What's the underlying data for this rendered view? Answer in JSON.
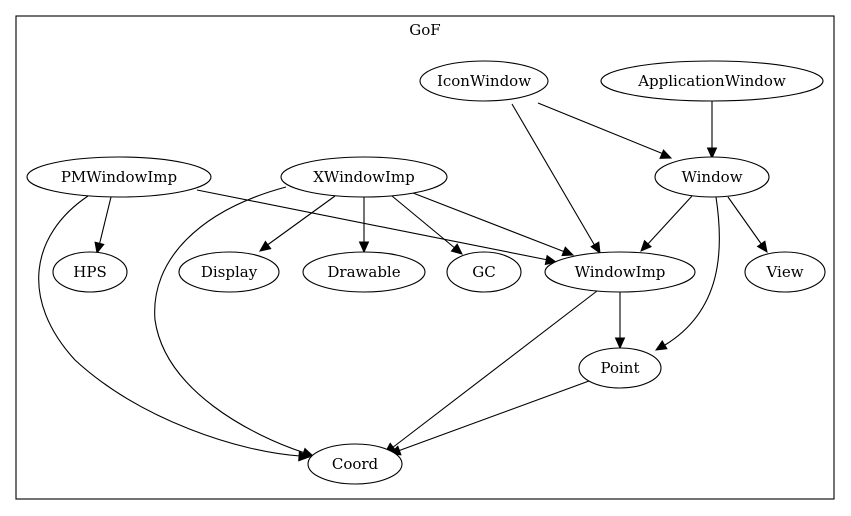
{
  "cluster": {
    "label": "GoF"
  },
  "nodes": [
    {
      "id": "IconWindow",
      "label": "IconWindow"
    },
    {
      "id": "ApplicationWindow",
      "label": "ApplicationWindow"
    },
    {
      "id": "PMWindowImp",
      "label": "PMWindowImp"
    },
    {
      "id": "XWindowImp",
      "label": "XWindowImp"
    },
    {
      "id": "Window",
      "label": "Window"
    },
    {
      "id": "HPS",
      "label": "HPS"
    },
    {
      "id": "Display",
      "label": "Display"
    },
    {
      "id": "Drawable",
      "label": "Drawable"
    },
    {
      "id": "GC",
      "label": "GC"
    },
    {
      "id": "WindowImp",
      "label": "WindowImp"
    },
    {
      "id": "View",
      "label": "View"
    },
    {
      "id": "Point",
      "label": "Point"
    },
    {
      "id": "Coord",
      "label": "Coord"
    }
  ],
  "edges": [
    {
      "from": "IconWindow",
      "to": "Window"
    },
    {
      "from": "IconWindow",
      "to": "WindowImp"
    },
    {
      "from": "ApplicationWindow",
      "to": "Window"
    },
    {
      "from": "PMWindowImp",
      "to": "HPS"
    },
    {
      "from": "PMWindowImp",
      "to": "WindowImp"
    },
    {
      "from": "PMWindowImp",
      "to": "Coord"
    },
    {
      "from": "XWindowImp",
      "to": "Display"
    },
    {
      "from": "XWindowImp",
      "to": "Drawable"
    },
    {
      "from": "XWindowImp",
      "to": "GC"
    },
    {
      "from": "XWindowImp",
      "to": "WindowImp"
    },
    {
      "from": "XWindowImp",
      "to": "Coord"
    },
    {
      "from": "Window",
      "to": "WindowImp"
    },
    {
      "from": "Window",
      "to": "View"
    },
    {
      "from": "Window",
      "to": "Point"
    },
    {
      "from": "WindowImp",
      "to": "Point"
    },
    {
      "from": "WindowImp",
      "to": "Coord"
    },
    {
      "from": "Point",
      "to": "Coord"
    }
  ]
}
